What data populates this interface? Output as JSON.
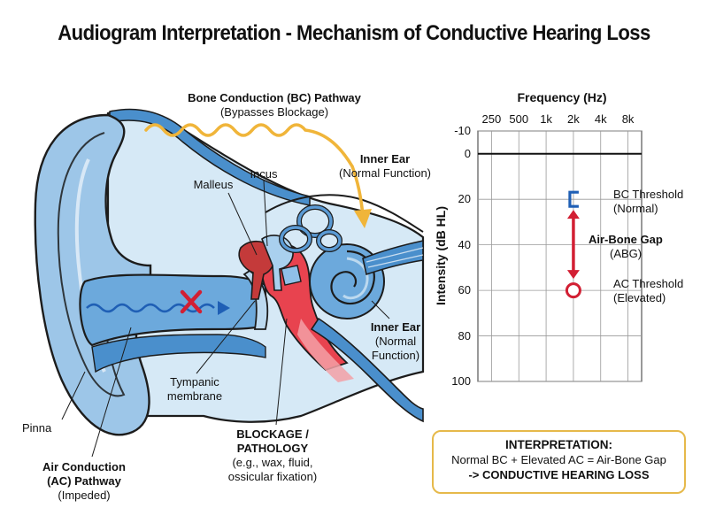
{
  "title": "Audiogram Interpretation - Mechanism of Conductive Hearing Loss",
  "labels": {
    "bc_pathway_title": "Bone Conduction (BC) Pathway",
    "bc_pathway_sub": "(Bypasses Blockage)",
    "inner_ear_top_title": "Inner Ear",
    "inner_ear_top_sub": "(Normal Function)",
    "incus": "Incus",
    "malleus": "Malleus",
    "inner_ear_right_title": "Inner Ear",
    "inner_ear_right_sub1": "(Normal",
    "inner_ear_right_sub2": "Function)",
    "tympanic_1": "Tympanic",
    "tympanic_2": "membrane",
    "pinna": "Pinna",
    "ac_pathway_1": "Air Conduction",
    "ac_pathway_2": "(AC) Pathway",
    "ac_pathway_sub": "(Impeded)",
    "blockage_1": "BLOCKAGE /",
    "blockage_2": "PATHOLOGY",
    "blockage_sub1": "(e.g., wax, fluid,",
    "blockage_sub2": "ossicular fixation)"
  },
  "audiogram": {
    "freq_title": "Frequency (Hz)",
    "freq_ticks": [
      "250",
      "500",
      "1k",
      "2k",
      "4k",
      "8k"
    ],
    "y_title": "Intensity (dB HL)",
    "y_ticks": [
      "-10",
      "0",
      "20",
      "40",
      "60",
      "80",
      "100"
    ],
    "bc_label_1": "BC Threshold",
    "bc_label_2": "(Normal)",
    "abg_label_1": "Air-Bone Gap",
    "abg_label_2": "(ABG)",
    "ac_label_1": "AC Threshold",
    "ac_label_2": "(Elevated)",
    "bc_color": "#1f5fb5",
    "ac_color": "#d21f33"
  },
  "chart_data": {
    "type": "scatter",
    "x_axis": {
      "label": "Frequency (Hz)",
      "ticks": [
        "250",
        "500",
        "1k",
        "2k",
        "4k",
        "8k"
      ],
      "scale": "log"
    },
    "y_axis": {
      "label": "Intensity (dB HL)",
      "ticks": [
        -10,
        0,
        20,
        40,
        60,
        80,
        100
      ],
      "ylim": [
        -10,
        100
      ],
      "inverted": true
    },
    "grid": true,
    "series": [
      {
        "name": "BC Threshold",
        "points": [
          {
            "x": "2k",
            "y": 20
          }
        ],
        "marker": "bracket",
        "color": "#1f5fb5"
      },
      {
        "name": "AC Threshold",
        "points": [
          {
            "x": "2k",
            "y": 60
          }
        ],
        "marker": "circle",
        "color": "#d21f33"
      }
    ],
    "annotations": [
      {
        "text": "Air-Bone Gap",
        "from": 20,
        "to": 60,
        "x": "2k"
      }
    ]
  },
  "interpretation": {
    "heading": "INTERPRETATION:",
    "line1": "Normal BC + Elevated AC = Air-Bone Gap",
    "line2": "-> CONDUCTIVE HEARING LOSS"
  }
}
